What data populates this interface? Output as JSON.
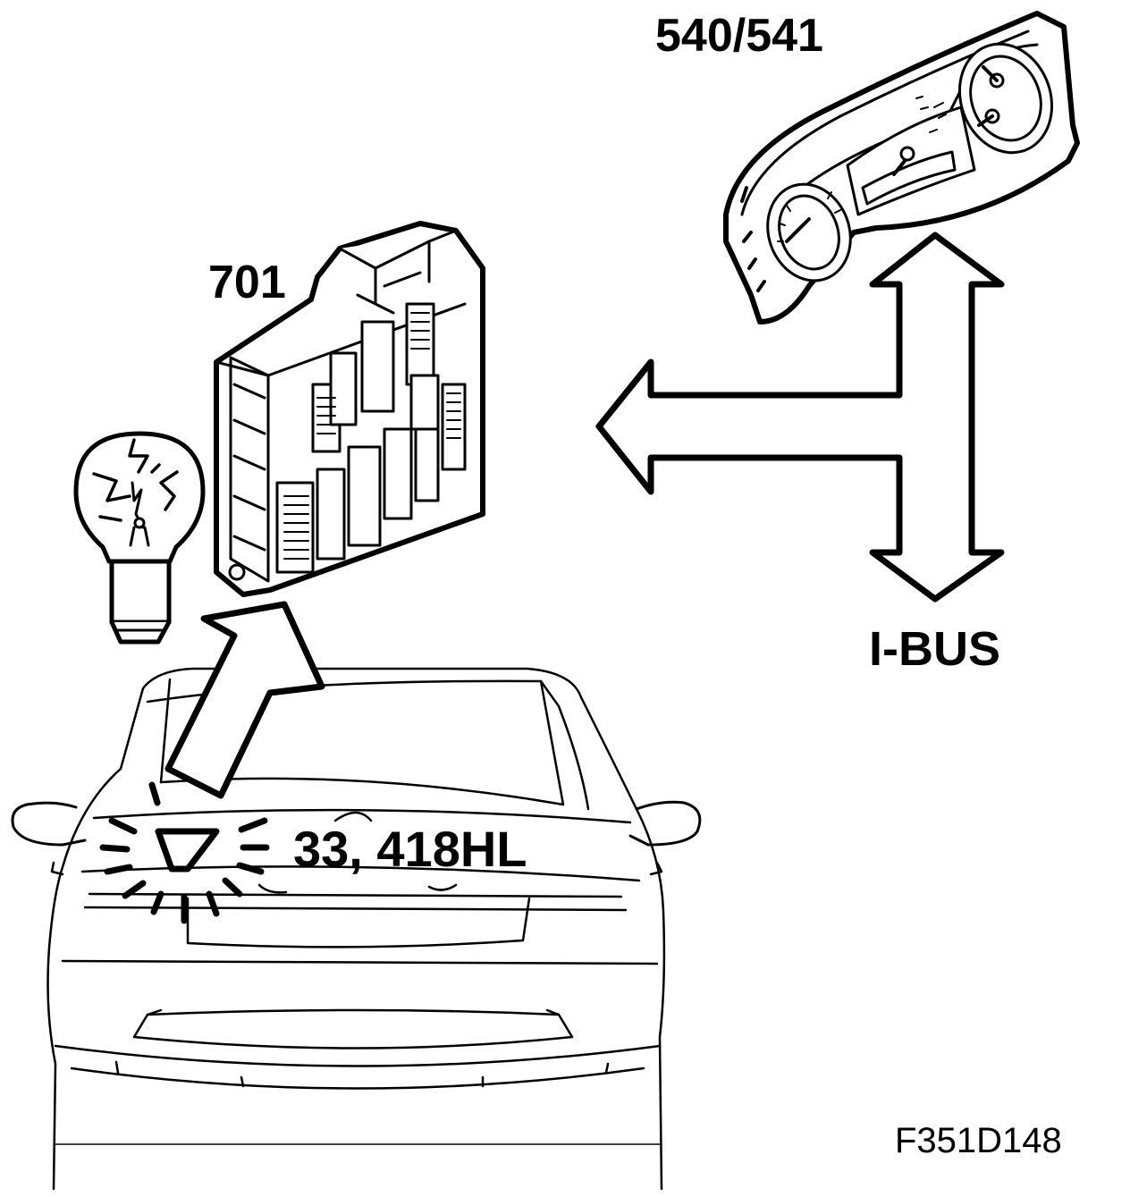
{
  "labels": {
    "instrument_cluster": "540/541",
    "control_module": "701",
    "bus": "I-BUS",
    "rear_lamp": "33, 418HL",
    "figure_id": "F351D148"
  },
  "colors": {
    "stroke": "#000000",
    "background": "#ffffff"
  },
  "icons": {
    "bulb": "failed-bulb-icon",
    "lamp": "flashing-rear-lamp-icon"
  }
}
